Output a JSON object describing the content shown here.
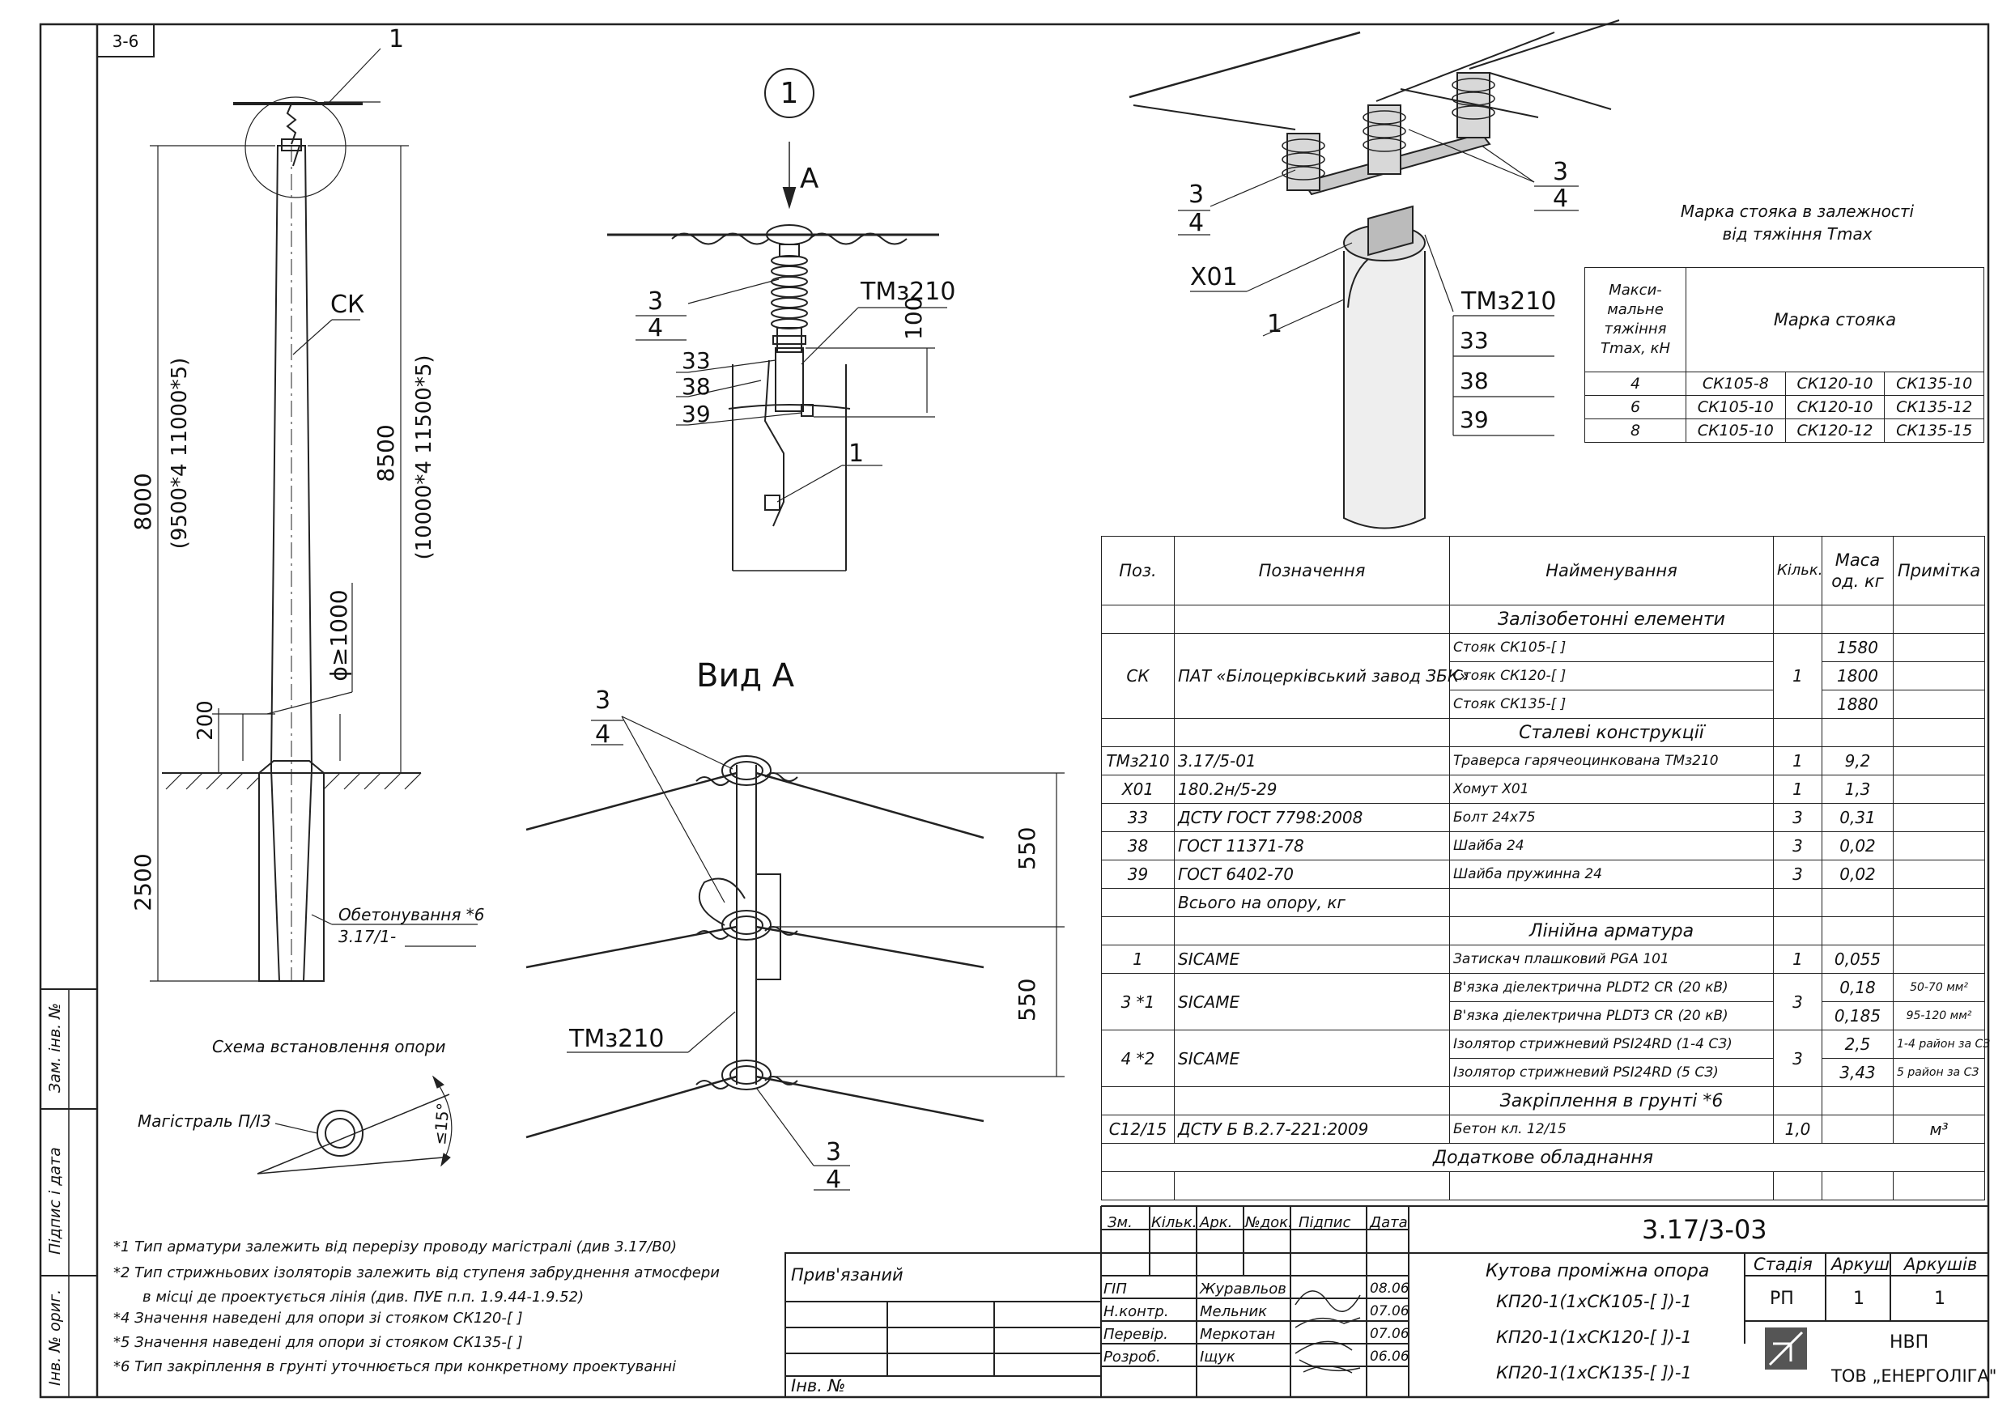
{
  "sheet_id": "3-6",
  "left_stamps": [
    "Інв. № ориг.",
    "Підпис і дата",
    "Зам. інв. №"
  ],
  "pole_diagram": {
    "labels": {
      "top_callout": "1",
      "pole": "СК",
      "concreting": "Обетонування *6",
      "concreting_ref": "3.17/1-",
      "diameter": "ϕ≥1000"
    },
    "dims": {
      "h1": "8000",
      "h1_alt": "(9500*4 11000*5)",
      "h2": "8500",
      "h2_alt": "(10000*4 11500*5)",
      "ground": "200",
      "depth": "2500"
    },
    "caption": "Схема встановлення опори",
    "mainline_label": "Магістраль П/ІЗ",
    "angle": "≤15°"
  },
  "detail1": {
    "circle": "1",
    "arrow": "А",
    "callouts": [
      "3",
      "4",
      "33",
      "38",
      "39",
      "1"
    ],
    "tm_label": "ТМз210",
    "dim": "100"
  },
  "view_a": {
    "title": "Вид А",
    "callouts": [
      "3",
      "4",
      "3",
      "4"
    ],
    "tm_label": "ТМз210",
    "dims": [
      "550",
      "550"
    ]
  },
  "iso_view": {
    "callouts": [
      "3",
      "4",
      "3",
      "4",
      "Х01",
      "1"
    ],
    "tm_label": "ТМз210",
    "tm_items": [
      "33",
      "38",
      "39"
    ]
  },
  "marka": {
    "title_line1": "Марка стояка в залежності",
    "title_line2": "від тяжіння Tmax",
    "col1_header": "Макси-мальне тяжіння Tmax, кН",
    "col2_header": "Марка стояка",
    "rows": [
      [
        "4",
        "СК105-8",
        "СК120-10",
        "СК135-10"
      ],
      [
        "6",
        "СК105-10",
        "СК120-10",
        "СК135-12"
      ],
      [
        "8",
        "СК105-10",
        "СК120-12",
        "СК135-15"
      ]
    ]
  },
  "spec": {
    "headers": [
      "Поз.",
      "Позначення",
      "Найменування",
      "Кільк.",
      "Маса од. кг",
      "Примітка"
    ],
    "sec1": "Залізобетонні елементи",
    "ck_pos": "СК",
    "ck_designation": "ПАТ «Білоцерківський завод ЗБК»",
    "ck_rows": [
      [
        "Стояк СК105-[ ]",
        "1580"
      ],
      [
        "Стояк СК120-[ ]",
        "1800"
      ],
      [
        "Стояк СК135-[ ]",
        "1880"
      ]
    ],
    "ck_qty": "1",
    "sec2": "Сталеві конструкції",
    "steel_rows": [
      [
        "ТМз210",
        "3.17/5-01",
        "Траверса гарячеоцинкована ТМз210",
        "1",
        "9,2",
        ""
      ],
      [
        "Х01",
        "180.2н/5-29",
        "Хомут Х01",
        "1",
        "1,3",
        ""
      ],
      [
        "33",
        "ДСТУ ГОСТ 7798:2008",
        "Болт 24х75",
        "3",
        "0,31",
        ""
      ],
      [
        "38",
        "ГОСТ 11371-78",
        "Шайба 24",
        "3",
        "0,02",
        ""
      ],
      [
        "39",
        "ГОСТ 6402-70",
        "Шайба пружинна 24",
        "3",
        "0,02",
        ""
      ]
    ],
    "total_label": "Всього на опору, кг",
    "sec3": "Лінійна арматура",
    "line_row": [
      "1",
      "SICAME",
      "Затискач плашковий PGA 101",
      "1",
      "0,055",
      ""
    ],
    "row3_pos": "3 *1",
    "row3_des": "SICAME",
    "row3_qty": "3",
    "row3_items": [
      [
        "В'язка діелектрична PLDT2 CR (20 кВ)",
        "0,18",
        "50-70 мм²"
      ],
      [
        "В'язка діелектрична PLDT3 CR (20 кВ)",
        "0,185",
        "95-120 мм²"
      ]
    ],
    "row4_pos": "4 *2",
    "row4_des": "SICAME",
    "row4_qty": "3",
    "row4_items": [
      [
        "Ізолятор стрижневий PSI24RD (1-4 СЗ)",
        "2,5",
        "1-4 район за СЗ"
      ],
      [
        "Ізолятор стрижневий PSI24RD (5 СЗ)",
        "3,43",
        "5 район за СЗ"
      ]
    ],
    "sec4": "Закріплення в грунті *6",
    "ground_row": [
      "С12/15",
      "ДСТУ Б В.2.7-221:2009",
      "Бетон кл. 12/15",
      "1,0",
      "",
      "м³"
    ],
    "sec5": "Додаткове обладнання"
  },
  "title_block": {
    "code": "3.17/3-03",
    "privyaz": "Прив'язаний",
    "inv": "Інв. №",
    "col_headers": [
      "Зм.",
      "Кільк.",
      "Арк.",
      "№док.",
      "Підпис",
      "Дата"
    ],
    "people": [
      [
        "ГІП",
        "Журавльов",
        "08.06"
      ],
      [
        "Н.контр.",
        "Мельник",
        "07.06"
      ],
      [
        "Перевір.",
        "Меркотан",
        "07.06"
      ],
      [
        "Розроб.",
        "Іщук",
        "06.06"
      ]
    ],
    "desc": [
      "Кутова проміжна опора",
      "КП20-1(1хСК105-[ ])-1",
      "КП20-1(1хСК120-[ ])-1",
      "КП20-1(1хСК135-[ ])-1"
    ],
    "stage_h": "Стадія",
    "sheet_h": "Аркуш",
    "sheets_h": "Аркушів",
    "stage": "РП",
    "sheet": "1",
    "sheets": "1",
    "org1": "НВП",
    "org2": "ТОВ „ЕНЕРГОЛІГА\""
  },
  "notes": [
    "*1 Тип арматури залежить від перерізу проводу магістралі (див 3.17/В0)",
    "*2 Тип стрижньових ізоляторів залежить від ступеня забруднення атмосфери",
    "в місці де проектується лінія (див. ПУЕ п.п. 1.9.44-1.9.52)",
    "*4 Значення наведені для опори зі стояком СК120-[ ]",
    "*5 Значення наведені для опори зі стояком СК135-[ ]",
    "*6 Тип закріплення в грунті уточнюється при конкретному проектуванні"
  ]
}
